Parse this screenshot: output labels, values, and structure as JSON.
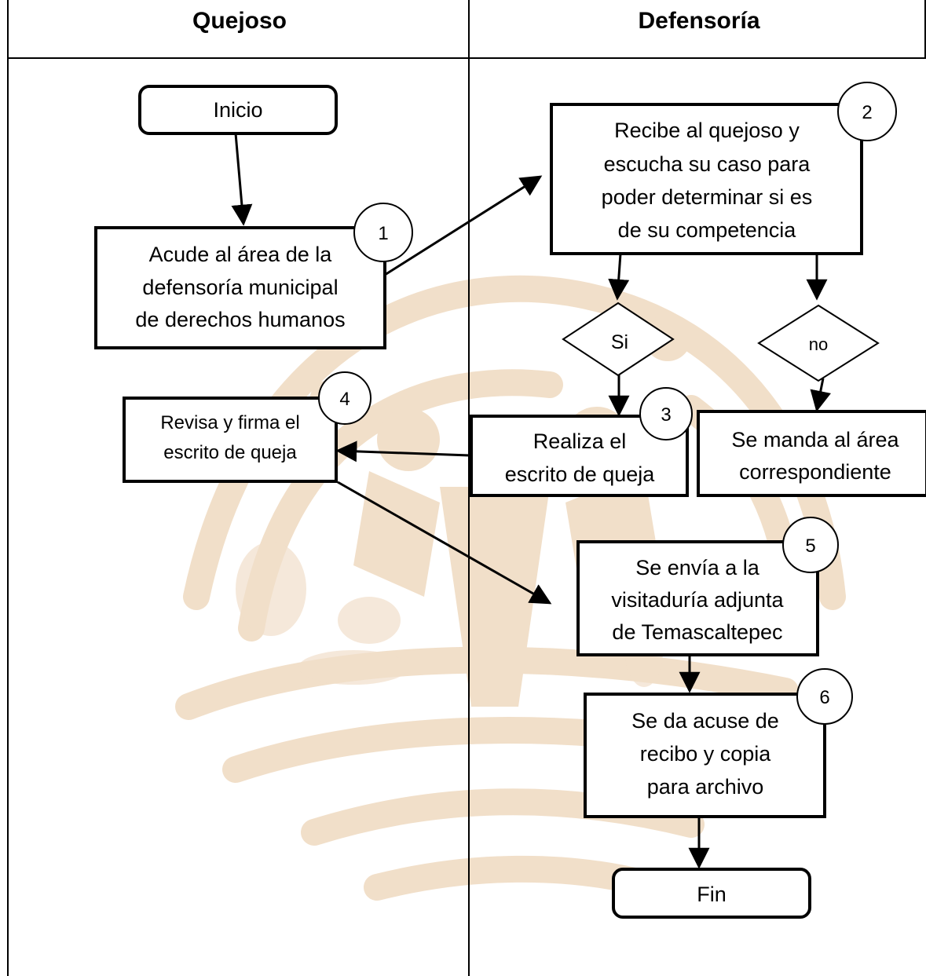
{
  "lanes": {
    "left_header": "Quejoso",
    "right_header": "Defensoría"
  },
  "nodes": {
    "inicio": "Inicio",
    "acude": [
      "Acude al área de la",
      "defensoría municipal",
      "de derechos humanos"
    ],
    "recibe": [
      "Recibe al quejoso y",
      "escucha su caso para",
      "poder determinar si es",
      "de su competencia"
    ],
    "si": "Si",
    "no": "no",
    "realiza": [
      "Realiza el",
      "escrito de queja"
    ],
    "manda": [
      "Se manda al área",
      "correspondiente"
    ],
    "revisa": [
      "Revisa y firma el",
      "escrito de queja"
    ],
    "envia": [
      "Se envía a la",
      "visitaduría adjunta",
      "de Temascaltepec"
    ],
    "acuse": [
      "Se da acuse de",
      "recibo y copia",
      "para archivo"
    ],
    "fin": "Fin"
  },
  "step_numbers": {
    "s1": "1",
    "s2": "2",
    "s3": "3",
    "s4": "4",
    "s5": "5",
    "s6": "6"
  },
  "colors": {
    "watermark": "#f0dcc4",
    "line": "#000000",
    "background": "#ffffff"
  }
}
